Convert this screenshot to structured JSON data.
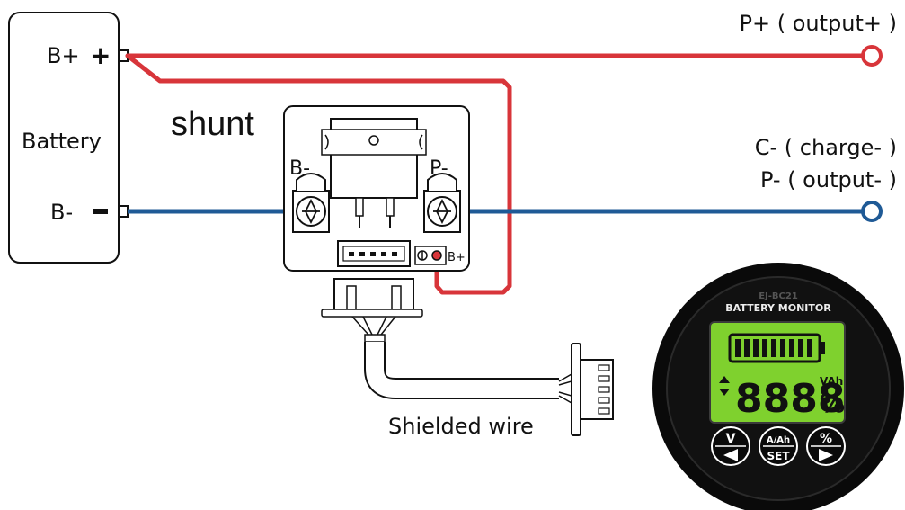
{
  "colors": {
    "positive_wire": "#d8353a",
    "negative_wire": "#1f5a96",
    "lcd_green": "#7fd12e",
    "bezel": "#0a0a0a"
  },
  "battery": {
    "label": "Battery",
    "pos_terminal": "B+",
    "pos_sign": "+",
    "neg_terminal": "B-"
  },
  "shunt": {
    "label": "shunt",
    "left_terminal": "B-",
    "right_terminal": "P-",
    "sense_terminal": "B+"
  },
  "outputs": {
    "positive": "P+ ( output+ )",
    "negative_line1": "C- ( charge- )",
    "negative_line2": "P- ( output- )"
  },
  "cable": {
    "label": "Shielded wire"
  },
  "monitor": {
    "model": "EJ-BC21",
    "title": "BATTERY MONITOR",
    "unit_top": "VAh",
    "unit_bottom": "%",
    "digits": "8888",
    "buttons": [
      {
        "top": "V",
        "bottom": "◀",
        "icon": "left-arrow-icon"
      },
      {
        "top": "A/Ah",
        "bottom": "SET",
        "icon": "set-icon"
      },
      {
        "top": "%",
        "bottom": "▶",
        "icon": "right-arrow-icon"
      }
    ]
  }
}
